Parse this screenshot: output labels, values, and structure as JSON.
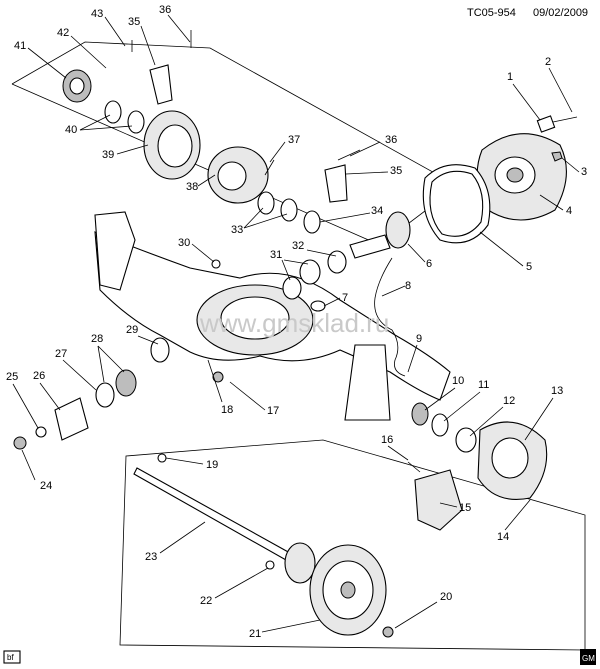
{
  "header": {
    "code": "TC05-954",
    "date": "09/02/2009"
  },
  "watermark": "www.gmsklad.ru",
  "corner_tag": "bf",
  "footer_logo": "GM",
  "callouts": [
    "1",
    "2",
    "3",
    "4",
    "5",
    "6",
    "7",
    "8",
    "9",
    "10",
    "11",
    "12",
    "13",
    "14",
    "15",
    "16",
    "17",
    "18",
    "19",
    "20",
    "21",
    "22",
    "23",
    "24",
    "25",
    "26",
    "27",
    "28",
    "29",
    "30",
    "31",
    "32",
    "33",
    "34",
    "35",
    "36",
    "37",
    "38",
    "39",
    "40",
    "41",
    "42",
    "43"
  ],
  "colors": {
    "line": "#000000",
    "background": "#ffffff",
    "watermark": "#c9c9c9"
  }
}
